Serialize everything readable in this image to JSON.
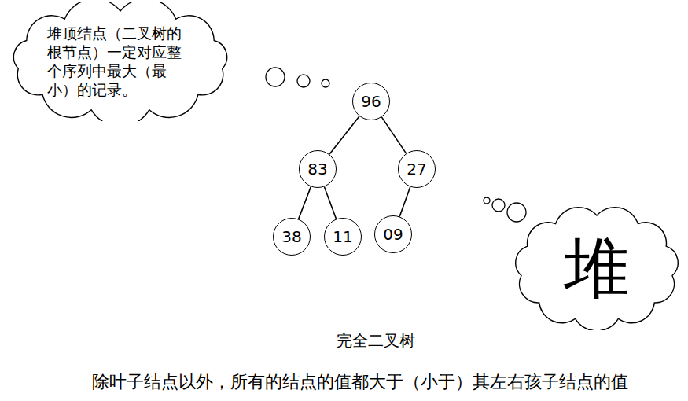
{
  "diagram": {
    "nodes": [
      {
        "text": [
          "堆顶结点（二叉树的根节点）一定对应整个序列中最大（最小）的记录。"
        ]
      },
      {
        "text": [
          "96"
        ]
      },
      {
        "text": [
          "83"
        ]
      },
      {
        "text": [
          "27"
        ]
      },
      {
        "text": [
          "38"
        ]
      },
      {
        "text": [
          "11"
        ]
      },
      {
        "text": [
          "09"
        ]
      },
      {
        "text": [
          "堆"
        ]
      }
    ],
    "edges": [
      {
        "from": 1,
        "to": 2,
        "arrow": "none"
      },
      {
        "from": 1,
        "to": 3,
        "arrow": "none"
      },
      {
        "from": 2,
        "to": 4,
        "arrow": "none"
      },
      {
        "from": 2,
        "to": 5,
        "arrow": "none"
      },
      {
        "from": 3,
        "to": 6,
        "arrow": "none"
      }
    ],
    "labels": [
      "完全二叉树",
      "除叶子结点以外，所有的结点的值都大于（小于）其左右孩子结点的值"
    ]
  }
}
